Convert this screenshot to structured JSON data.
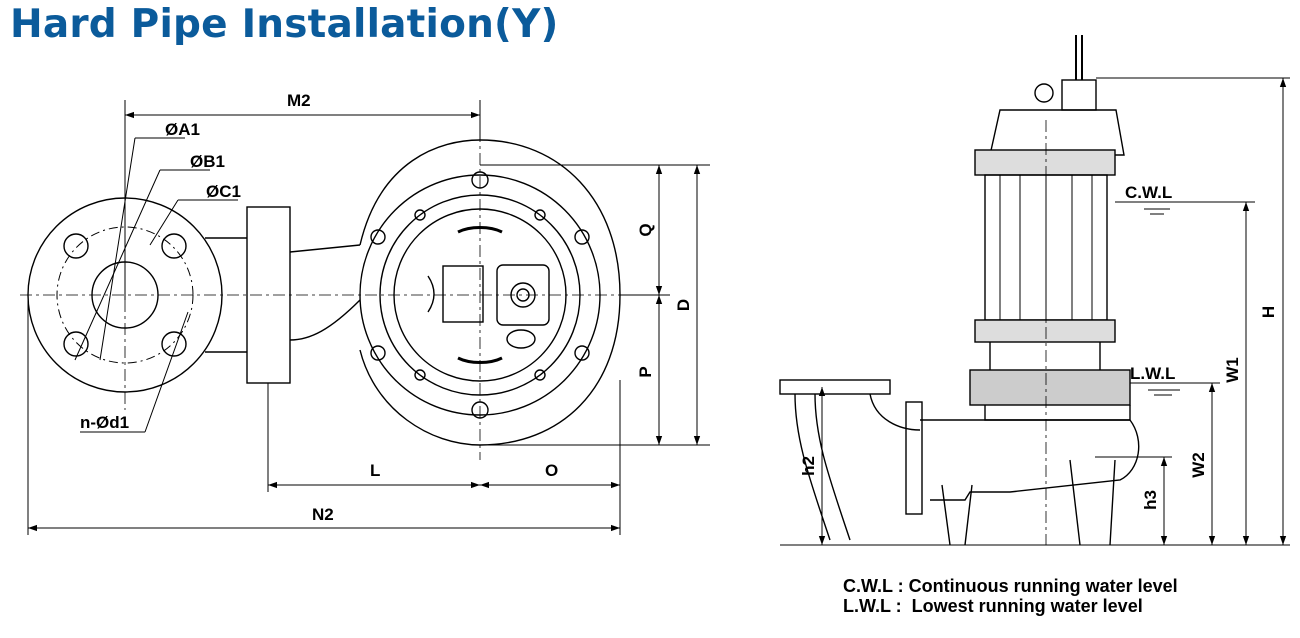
{
  "title": "Hard Pipe Installation(Y)",
  "dimension_labels": {
    "m2": "M2",
    "a1": "ØA1",
    "b1": "ØB1",
    "c1": "ØC1",
    "nd1": "n-Ød1",
    "q": "Q",
    "d": "D",
    "p": "P",
    "l": "L",
    "o": "O",
    "n2": "N2",
    "cwl": "C.W.L",
    "lwl": "L.W.L",
    "h": "H",
    "w1": "W1",
    "w2": "W2",
    "h2": "h2",
    "h3": "h3"
  },
  "legend": [
    "C.W.L : Continuous running water level",
    "L.W.L :  Lowest running water level"
  ],
  "colors": {
    "title": "#0b5b9b",
    "line": "#000000"
  }
}
